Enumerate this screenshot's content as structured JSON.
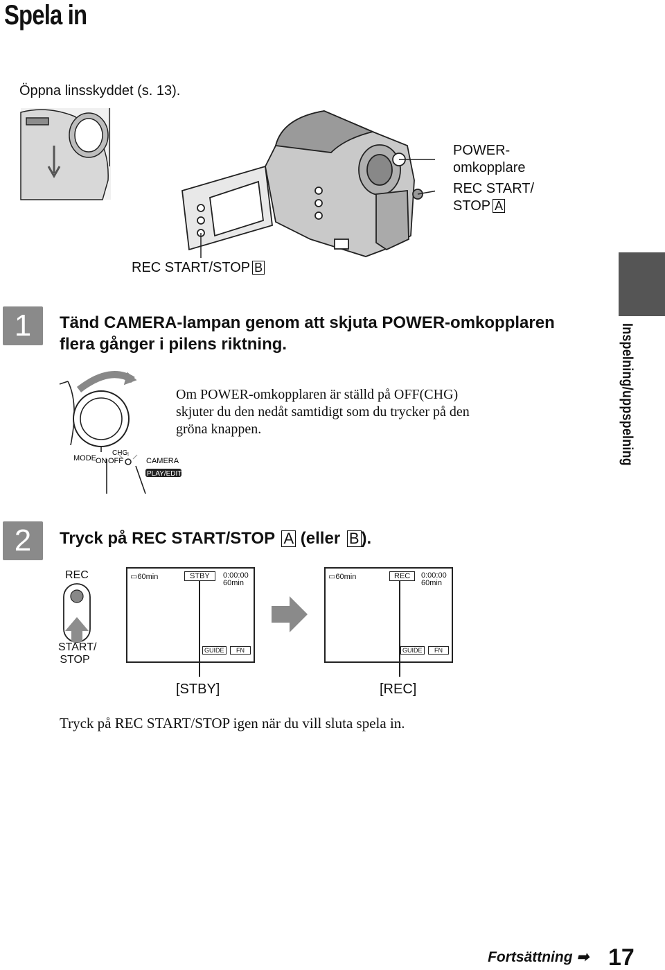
{
  "page": {
    "title": "Spela in",
    "intro": "Öppna linsskyddet (s. 13).",
    "side_tab": "Inspelning/uppspelning",
    "footer_continue": "Fortsättning",
    "page_number": "17"
  },
  "camera_figure": {
    "label_power_line1": "POWER-",
    "label_power_line2": "omkopplare",
    "label_rec_a_line1": "REC START/",
    "label_rec_a_line2": "STOP",
    "label_rec_b": "REC START/STOP",
    "marker_a": "A",
    "marker_b": "B"
  },
  "step1": {
    "number": "1",
    "heading_line1": "Tänd CAMERA-lampan genom att skjuta POWER-omkopplaren",
    "heading_line2": "flera gånger i pilens riktning.",
    "note_line1": "Om POWER-omkopplaren är ställd på OFF(CHG)",
    "note_line2": "skjuter du den nedåt samtidigt som du trycker på den",
    "note_line3": "gröna knappen.",
    "dial": {
      "mode": "MODE",
      "on": "ON",
      "off": "OFF",
      "chg": "CHG",
      "camera": "CAMERA",
      "play_edit": "PLAY/EDIT"
    }
  },
  "step2": {
    "number": "2",
    "heading_pre": "Tryck på REC START/STOP",
    "heading_mid": "(eller",
    "heading_post": ").",
    "marker_a": "A",
    "marker_b": "B",
    "button_rec": "REC",
    "button_start_line1": "START/",
    "button_start_line2": "STOP",
    "screen_stby": {
      "battery": "60min",
      "mode": "STBY",
      "time": "0:00:00",
      "remaining": "60min",
      "guide": "GUIDE",
      "fn": "FN",
      "caption": "[STBY]"
    },
    "screen_rec": {
      "battery": "60min",
      "mode": "REC",
      "time": "0:00:00",
      "remaining": "60min",
      "guide": "GUIDE",
      "fn": "FN",
      "caption": "[REC]"
    },
    "closing": "Tryck på REC START/STOP igen när du vill sluta spela in."
  }
}
